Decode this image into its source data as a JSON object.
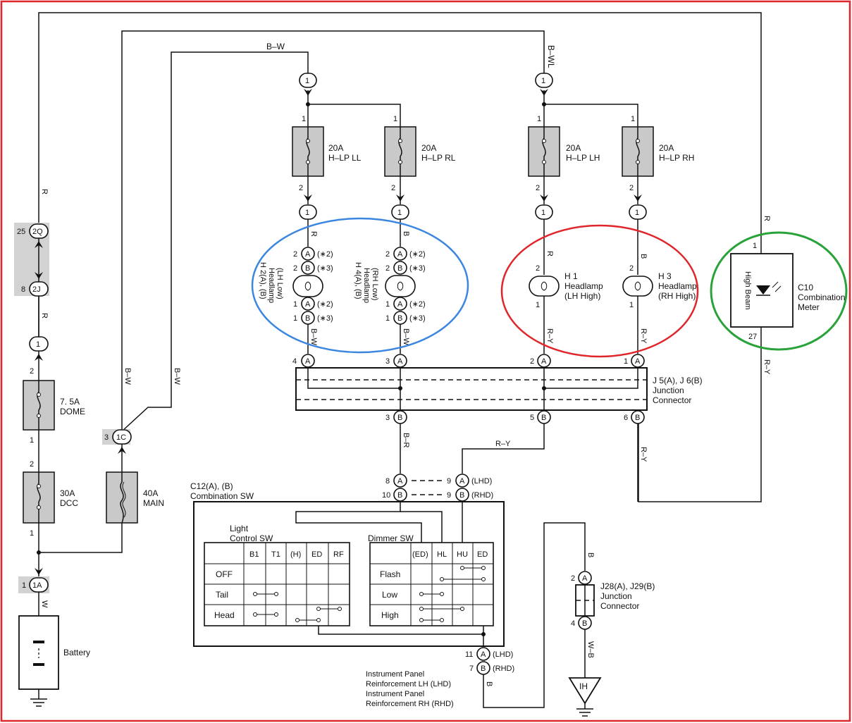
{
  "colors": {
    "frame": "#e0262b",
    "blue_ring": "#3a86e0",
    "red_ring": "#e0262b",
    "green_ring": "#2aa23a",
    "grey_block": "#c9c9c9"
  },
  "wires": {
    "b_w": "B–W",
    "b_wl": "B–WL",
    "r": "R",
    "b": "B",
    "r_y": "R–Y",
    "b_r": "B–R",
    "w": "W",
    "w_b": "W–B"
  },
  "fuses": {
    "ll": {
      "amp": "20A",
      "name": "H–LP LL"
    },
    "rl": {
      "amp": "20A",
      "name": "H–LP RL"
    },
    "lh": {
      "amp": "20A",
      "name": "H–LP LH"
    },
    "rh": {
      "amp": "20A",
      "name": "H–LP RH"
    },
    "dome": {
      "amp": "7. 5A",
      "name": "DOME"
    },
    "dcc": {
      "amp": "30A",
      "name": "DCC"
    },
    "main": {
      "amp": "40A",
      "name": "MAIN"
    }
  },
  "connectors": {
    "c2q": "2Q",
    "c2j": "2J",
    "c1c": "1C",
    "c1a": "1A",
    "n25": "25",
    "n8": "8",
    "n3": "3",
    "n1": "1"
  },
  "pins": {
    "one": "1",
    "two": "2",
    "three": "3",
    "four": "4",
    "five": "5",
    "six": "6",
    "eight": "8",
    "nine": "9",
    "ten": "10",
    "eleven": "11",
    "seven": "7",
    "p27": "27",
    "A": "A",
    "B": "B"
  },
  "notes": {
    "s2": "(∗2)",
    "s3": "(∗3)",
    "lhd": "(LHD)",
    "rhd": "(RHD)"
  },
  "headlamps": {
    "h2": {
      "l1": "H 2(A), (B)",
      "l2": "Headlamp",
      "l3": "(LH Low)"
    },
    "h4": {
      "l1": "H 4(A), (B)",
      "l2": "Headlamp",
      "l3": "(RH Low)"
    },
    "h1": {
      "l1": "H 1",
      "l2": "Headlamp",
      "l3": "(LH High)"
    },
    "h3": {
      "l1": "H 3",
      "l2": "Headlamp",
      "l3": "(RH High)"
    }
  },
  "meter": {
    "lamp": "High Beam",
    "l1": "C10",
    "l2": "Combination",
    "l3": "Meter"
  },
  "junction1": {
    "l1": "J 5(A), J 6(B)",
    "l2": "Junction",
    "l3": "Connector"
  },
  "junction2": {
    "l1": "J28(A), J29(B)",
    "l2": "Junction",
    "l3": "Connector"
  },
  "combo": {
    "l1": "C12(A), (B)",
    "l2": "Combination SW"
  },
  "light_sw": {
    "title1": "Light",
    "title2": "Control SW",
    "headers": [
      "B1",
      "T1",
      "(H)",
      "ED",
      "RF"
    ],
    "rows": [
      "OFF",
      "Tail",
      "Head"
    ]
  },
  "dimmer_sw": {
    "title": "Dimmer SW",
    "headers": [
      "(ED)",
      "HL",
      "HU",
      "ED"
    ],
    "rows": [
      "Flash",
      "Low",
      "High"
    ]
  },
  "battery": "Battery",
  "ground_ih": "IH",
  "ground_notes": {
    "l1": "Instrument Panel",
    "l2": "Reinforcement LH (LHD)",
    "l3": "Instrument Panel",
    "l4": "Reinforcement RH (RHD)"
  }
}
